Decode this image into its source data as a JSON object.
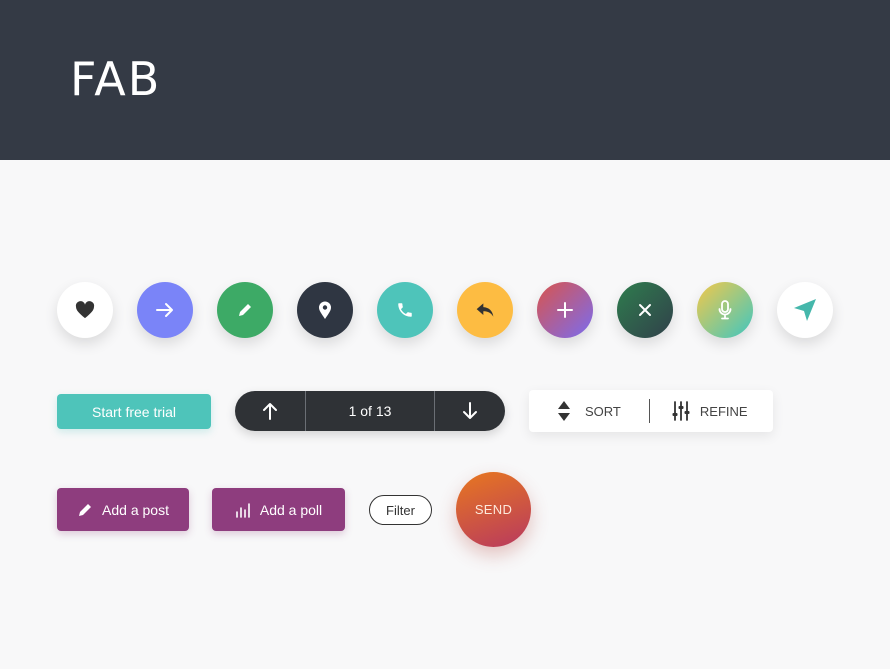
{
  "header": {
    "title": "FAB",
    "bg": "#343a45"
  },
  "fabs": [
    {
      "icon": "heart-icon",
      "bg": "#ffffff",
      "fg": "#333333"
    },
    {
      "icon": "arrow-right-icon",
      "bg": "#7a84f8",
      "fg": "#ffffff"
    },
    {
      "icon": "pencil-icon",
      "bg": "#3daa66",
      "fg": "#ffffff"
    },
    {
      "icon": "location-pin-icon",
      "bg": "#2f3642",
      "fg": "#ffffff"
    },
    {
      "icon": "phone-icon",
      "bg": "#4ec4ba",
      "fg": "#ffffff"
    },
    {
      "icon": "reply-icon",
      "bg": "#fdbc42",
      "fg": "#333333"
    },
    {
      "icon": "plus-icon",
      "bg_from": "#d9544c",
      "bg_to": "#7a6cf0",
      "fg": "#ffffff"
    },
    {
      "icon": "close-icon",
      "bg_from": "#2f7d4e",
      "bg_to": "#30404a",
      "fg": "#ffffff"
    },
    {
      "icon": "microphone-icon",
      "bg_from": "#f3c94a",
      "bg_to": "#3fc6c0",
      "fg": "#ffffff"
    },
    {
      "icon": "navigation-arrow-icon",
      "bg": "#ffffff",
      "fg": "#45b7ab"
    }
  ],
  "trial": {
    "label": "Start free trial",
    "bg": "#4ec4ba"
  },
  "pager": {
    "count": "1 of 13",
    "up_icon": "arrow-up-icon",
    "down_icon": "arrow-down-icon"
  },
  "sortbar": {
    "sort_label": "SORT",
    "sort_icon": "sort-icon",
    "refine_label": "REFINE",
    "refine_icon": "sliders-icon"
  },
  "actions": {
    "add_post": {
      "label": "Add a post",
      "icon": "pencil-icon"
    },
    "add_poll": {
      "label": "Add a poll",
      "icon": "bar-chart-icon"
    },
    "accent": "#8e3d7e",
    "filter_label": "Filter",
    "send_label": "SEND",
    "send_from": "#e8781f",
    "send_to": "#b8395f"
  }
}
